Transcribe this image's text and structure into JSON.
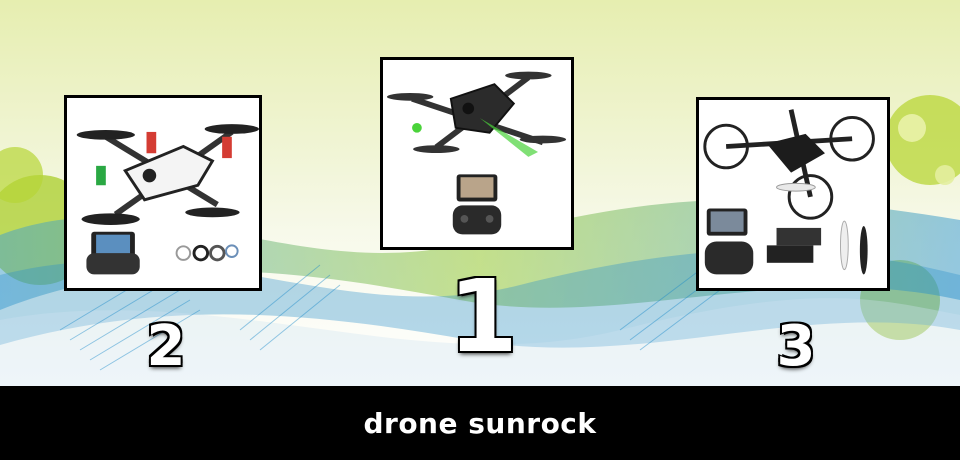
{
  "products": [
    {
      "rank": "1",
      "image_icon": "drone-green-light-icon"
    },
    {
      "rank": "2",
      "image_icon": "drone-white-icon"
    },
    {
      "rank": "3",
      "image_icon": "drone-black-guards-icon"
    }
  ],
  "footer": {
    "title": "drone sunrock"
  },
  "colors": {
    "accent_green": "#9cc21e",
    "wave_blue": "#1b8ac9",
    "footer_bg": "#000000"
  }
}
